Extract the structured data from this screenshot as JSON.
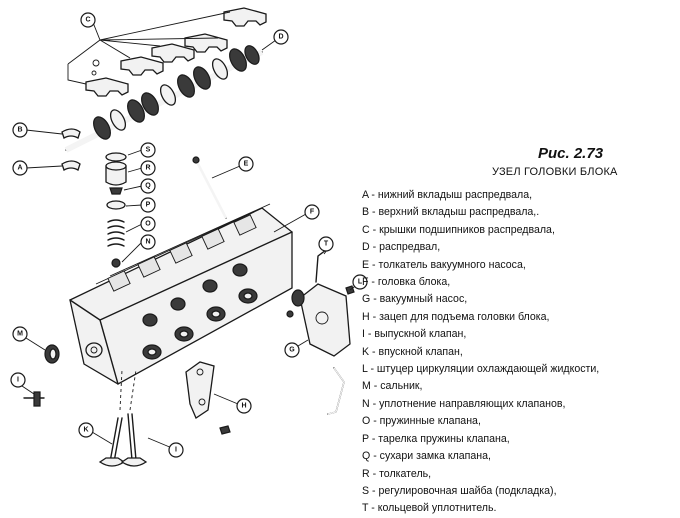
{
  "figure": {
    "title": "Рис. 2.73",
    "subtitle": "УЗЕЛ ГОЛОВКИ БЛОКА"
  },
  "legend": [
    {
      "key": "A",
      "text": " - нижний вкладыш распредвала,"
    },
    {
      "key": "B",
      "text": " - верхний вкладыш распредвала,."
    },
    {
      "key": "C",
      "text": " - крышки подшипников распредвала,"
    },
    {
      "key": "D",
      "text": " - распредвал,"
    },
    {
      "key": "E",
      "text": " - толкатель вакуумного насоса,"
    },
    {
      "key": "F",
      "text": " - головка блока,"
    },
    {
      "key": "G",
      "text": " - вакуумный насос,"
    },
    {
      "key": "H",
      "text": " - зацеп для подъема головки блока,"
    },
    {
      "key": "I",
      "text": " - выпускной клапан,"
    },
    {
      "key": "K",
      "text": " - впускной клапан,"
    },
    {
      "key": "L",
      "text": " - штуцер циркуляции охлаждающей жидкости,"
    },
    {
      "key": "M",
      "text": " - сальник,"
    },
    {
      "key": "N",
      "text": " - уплотнение направляющих клапанов,"
    },
    {
      "key": "O",
      "text": " - пружинные клапана,"
    },
    {
      "key": "P",
      "text": " - тарелка пружины клапана,"
    },
    {
      "key": "Q",
      "text": " - сухари замка клапана,"
    },
    {
      "key": "R",
      "text": " - толкатель,"
    },
    {
      "key": "S",
      "text": " - регулировочная шайба (подкладка),"
    },
    {
      "key": "T",
      "text": " - кольцевой уплотнитель."
    }
  ],
  "callouts": {
    "C": "C",
    "D": "D",
    "B": "B",
    "A": "A",
    "S": "S",
    "R": "R",
    "Q": "Q",
    "P": "P",
    "O": "O",
    "N": "N",
    "E": "E",
    "F": "F",
    "T": "T",
    "L": "L",
    "G": "G",
    "M": "M",
    "I1": "I",
    "H": "H",
    "K": "K",
    "I2": "I"
  }
}
